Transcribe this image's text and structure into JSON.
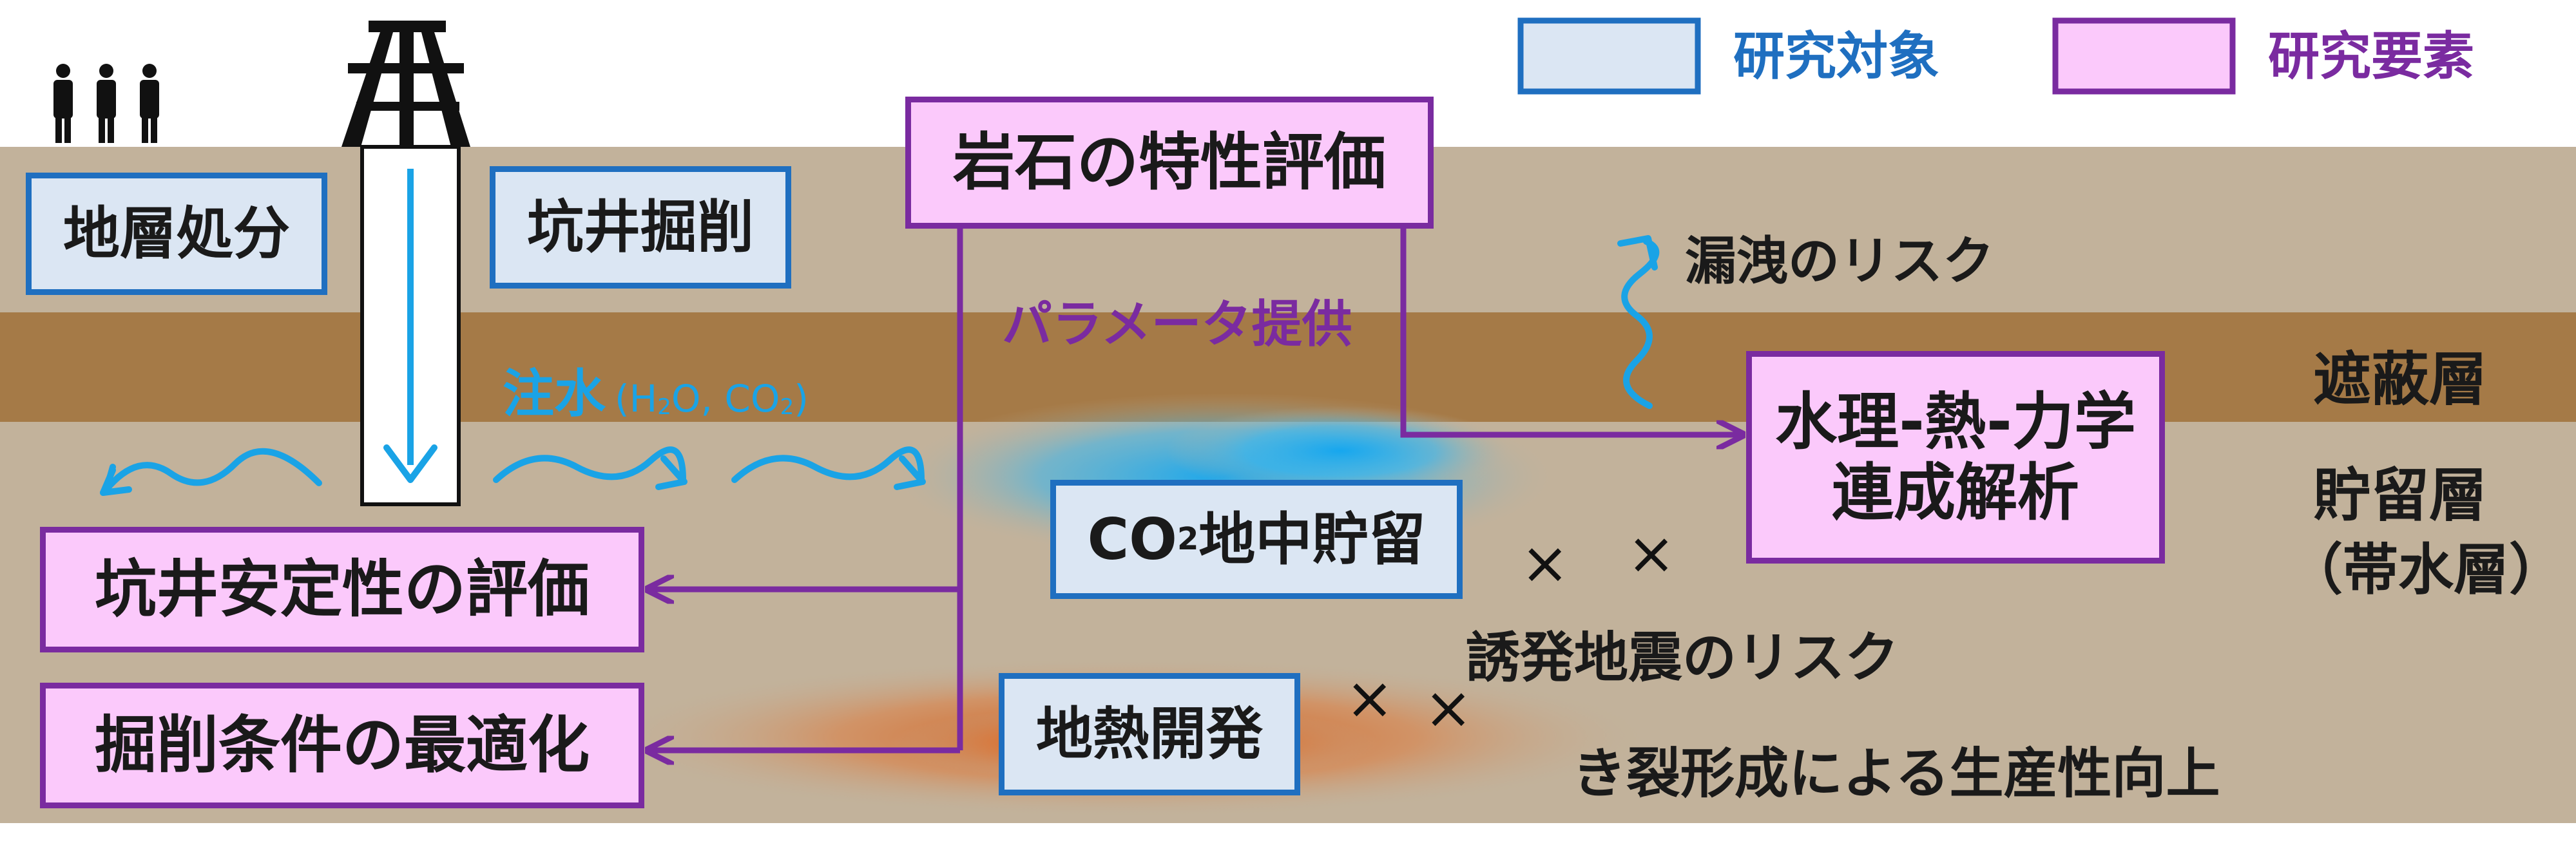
{
  "legend": {
    "target": {
      "label": "研究対象",
      "color": "#dbe6f3",
      "border": "#1f6fc0"
    },
    "element": {
      "label": "研究要素",
      "color": "#fbc9fb",
      "border": "#7a2ba0"
    }
  },
  "targets": {
    "geological_disposal": "地層処分",
    "well_drilling": "坑井掘削",
    "co2_storage_prefix": "CO",
    "co2_storage_sub": "2",
    "co2_storage_suffix": "地中貯留",
    "geothermal": "地熱開発"
  },
  "elements": {
    "rock_characterization": "岩石の特性評価",
    "coupled_analysis_line1": "水理-熱-力学",
    "coupled_analysis_line2": "連成解析",
    "borehole_stability": "坑井安定性の評価",
    "drilling_optimization": "掘削条件の最適化"
  },
  "annotations": {
    "leakage_risk": "漏洩のリスク",
    "parameter_supply": "パラメータ提供",
    "injection_main": "注水",
    "injection_detail_a": "(H",
    "injection_detail_sub1": "2",
    "injection_detail_b": "O, CO",
    "injection_detail_sub2": "2",
    "injection_detail_c": ")",
    "induced_seismicity_risk": "誘発地震のリスク",
    "fracture_productivity": "き裂形成による生産性向上"
  },
  "layers": {
    "caprock": "遮蔽層",
    "reservoir_line1": "貯留層",
    "reservoir_line2": "（帯水層）"
  },
  "marks": {
    "cross": "×"
  },
  "colors": {
    "ground": "#c2b29b",
    "caprock": "#a57a47",
    "water_blue": "#1aa3e6",
    "heat_orange": "#d9621c",
    "purple": "#7a2ba0",
    "blue_border": "#1f6fc0"
  },
  "icons": {
    "people": "people-icon",
    "derrick": "drilling-derrick-icon"
  }
}
